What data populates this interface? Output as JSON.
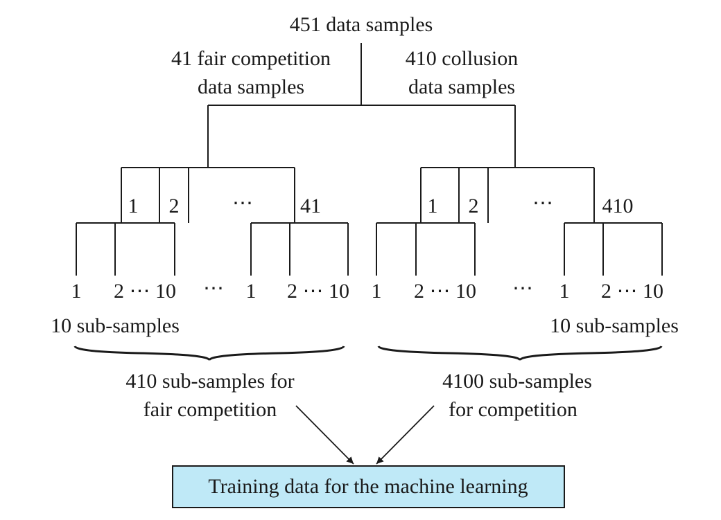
{
  "root": {
    "label": "451 data samples"
  },
  "left_group": {
    "line1": "41 fair competition",
    "line2": "data samples",
    "branches": [
      "1",
      "2",
      "⋯",
      "41"
    ],
    "sub_left": [
      "1",
      "2 ⋯ 10"
    ],
    "sub_right": [
      "1",
      "2 ⋯ 10"
    ],
    "middle_ellipsis": "⋯",
    "sub_samples_label": "10 sub-samples",
    "total_line1": "410 sub-samples for",
    "total_line2": "fair competition"
  },
  "right_group": {
    "line1": "410 collusion",
    "line2": "data samples",
    "branches": [
      "1",
      "2",
      "⋯",
      "410"
    ],
    "sub_left": [
      "1",
      "2 ⋯ 10"
    ],
    "sub_right": [
      "1",
      "2 ⋯ 10"
    ],
    "middle_ellipsis": "⋯",
    "sub_samples_label": "10 sub-samples",
    "total_line1": "4100 sub-samples",
    "total_line2": "for competition"
  },
  "output_box": {
    "label": "Training data for the machine learning",
    "fill_color": "#bfe9f7"
  }
}
